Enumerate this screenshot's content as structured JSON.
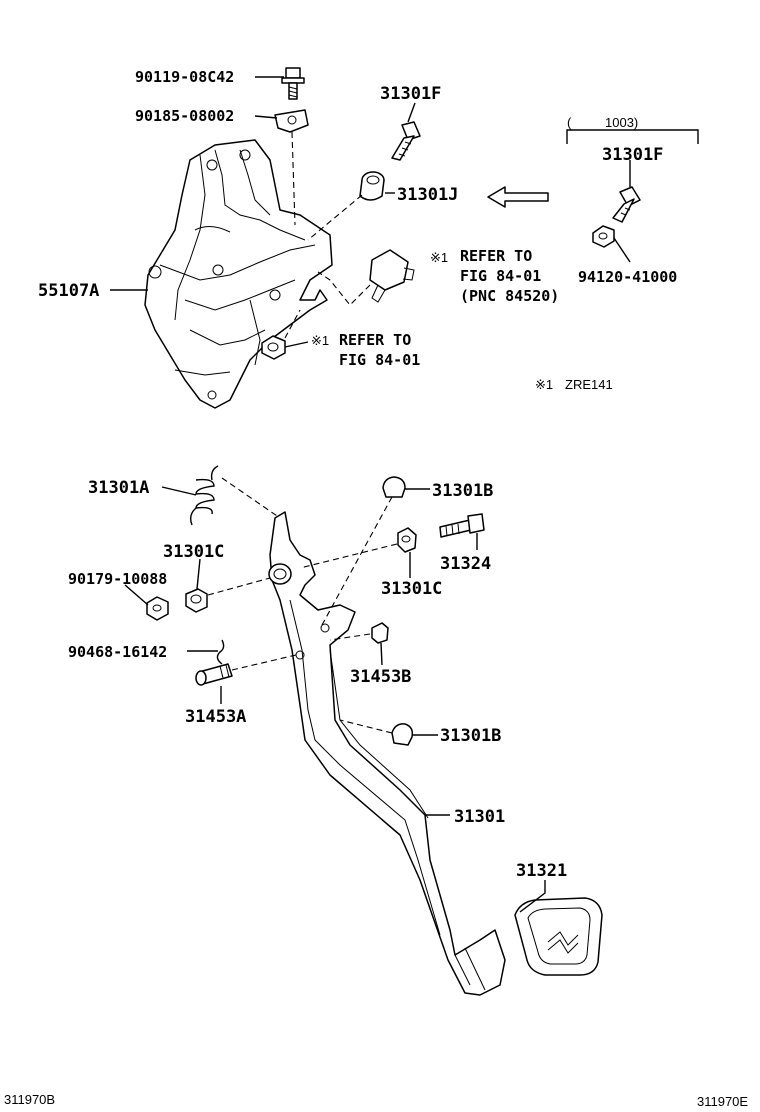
{
  "labels": {
    "p90119": "90119-08C42",
    "p90185": "90185-08002",
    "p31301F_a": "31301F",
    "p31301J": "31301J",
    "p31301F_b": "31301F",
    "p94120": "94120-41000",
    "p55107A": "55107A",
    "p31301A": "31301A",
    "p31301B_a": "31301B",
    "p31301C_a": "31301C",
    "p31324": "31324",
    "p90179": "90179-10088",
    "p31301C_b": "31301C",
    "p90468": "90468-16142",
    "p31453B": "31453B",
    "p31453A": "31453A",
    "p31301B_b": "31301B",
    "p31301": "31301",
    "p31321": "31321"
  },
  "notes": {
    "bracket_open": "(",
    "bracket_code": "1003)",
    "ref1_mark": "※1",
    "ref1_line1": "REFER TO",
    "ref1_line2": "FIG 84-01",
    "ref1_line3": "(PNC 84520)",
    "ref2_mark": "※1",
    "ref2_line1": "REFER TO",
    "ref2_line2": "FIG 84-01",
    "footnote_mark": "※1",
    "footnote_text": "ZRE141"
  },
  "footer": {
    "left_code": "311970B",
    "right_code": "311970E"
  }
}
